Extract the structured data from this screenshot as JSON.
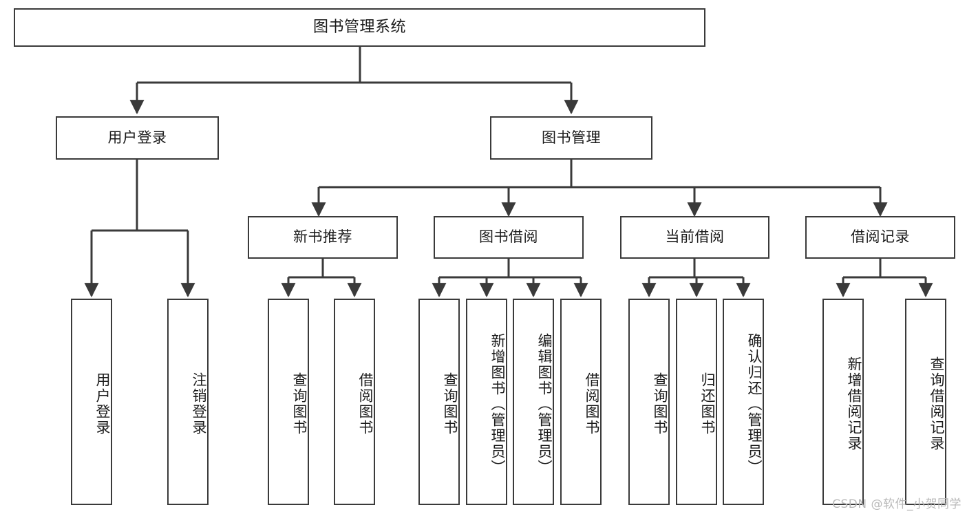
{
  "diagram": {
    "title_node": {
      "id": "root",
      "label": "图书管理系统"
    },
    "level2": [
      {
        "id": "user-login",
        "label": "用户登录"
      },
      {
        "id": "book-manage",
        "label": "图书管理"
      }
    ],
    "level3": [
      {
        "id": "new-book-rec",
        "label": "新书推荐"
      },
      {
        "id": "book-borrow",
        "label": "图书借阅"
      },
      {
        "id": "current-borrow",
        "label": "当前借阅"
      },
      {
        "id": "borrow-record",
        "label": "借阅记录"
      }
    ],
    "leaves": {
      "user_login": [
        {
          "id": "leaf-user-login",
          "label": "用户登录"
        },
        {
          "id": "leaf-logout-login",
          "label": "注销登录"
        }
      ],
      "new_book_rec": [
        {
          "id": "leaf-query-book-1",
          "label": "查询图书"
        },
        {
          "id": "leaf-borrow-book-1",
          "label": "借阅图书"
        }
      ],
      "book_borrow": [
        {
          "id": "leaf-query-book-2",
          "label": "查询图书"
        },
        {
          "id": "leaf-add-book",
          "label": "新增图书（管理员）"
        },
        {
          "id": "leaf-edit-book",
          "label": "编辑图书（管理员）"
        },
        {
          "id": "leaf-borrow-book-2",
          "label": "借阅图书"
        }
      ],
      "current_borrow": [
        {
          "id": "leaf-query-book-3",
          "label": "查询图书"
        },
        {
          "id": "leaf-return-book",
          "label": "归还图书"
        },
        {
          "id": "leaf-confirm-return",
          "label": "确认归还（管理员）"
        }
      ],
      "borrow_record": [
        {
          "id": "leaf-add-record",
          "label": "新增借阅记录"
        },
        {
          "id": "leaf-query-record",
          "label": "查询借阅记录"
        }
      ]
    },
    "watermark": "CSDN @软件_小贺同学",
    "colors": {
      "border": "#3a3a3a",
      "edge": "#3a3a3a",
      "background": "#ffffff",
      "text": "#1b1b1b",
      "watermark": "#b9b9b9"
    }
  }
}
